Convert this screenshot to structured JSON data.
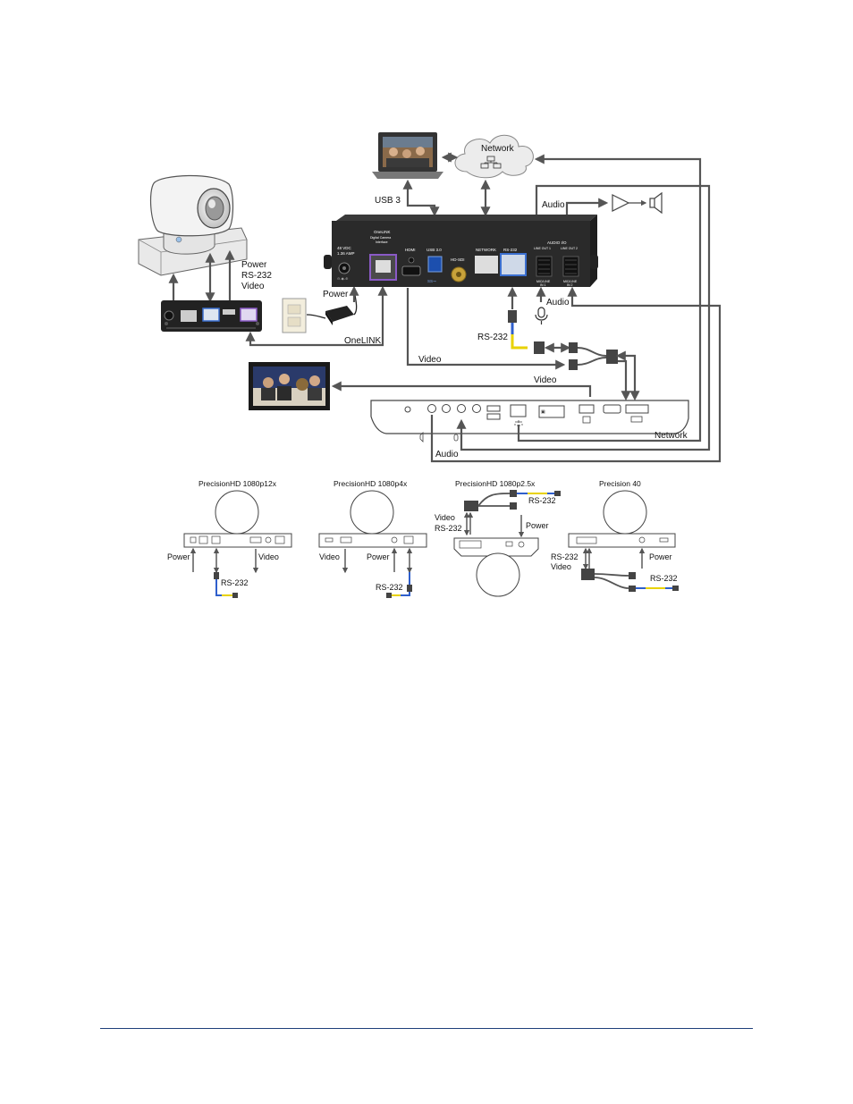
{
  "main": {
    "network": "Network",
    "usb3": "USB 3",
    "audio_out": "Audio",
    "power_rs232_video": [
      "Power",
      "RS-232",
      "Video"
    ],
    "power": "Power",
    "onelink": "OneLINK",
    "audio_in": "Audio",
    "rs232": "RS-232",
    "video_to_codec": "Video",
    "video_to_display": "Video",
    "network_codec": "Network",
    "audio_codec": "Audio",
    "bridge_panel": {
      "dc": [
        "48 VDC",
        "1.36 AMP"
      ],
      "onelink": [
        "OneLINK",
        "Digital Camera",
        "Interface"
      ],
      "hdmi": "HDMI",
      "usb": "USB 3.0",
      "hdsdi": "HD-SDI",
      "network": "NETWORK",
      "rs232": "RS-232",
      "audio_io": "AUDIO I/O",
      "line_out_1": "LINE OUT 1",
      "line_out_2": "LINE OUT 2",
      "mic_line_1": [
        "MIC/LINE",
        "IN 1"
      ],
      "mic_line_2": [
        "MIC/LINE",
        "IN 2"
      ]
    }
  },
  "cameras": [
    {
      "title": "PrecisionHD 1080p12x",
      "labels": [
        "Power",
        "Video",
        "RS-232"
      ]
    },
    {
      "title": "PrecisionHD 1080p4x",
      "labels": [
        "Video",
        "Power",
        "RS-232"
      ]
    },
    {
      "title": "PrecisionHD 1080p2.5x",
      "labels": [
        "RS-232",
        "Video",
        "RS-232",
        "Power"
      ]
    },
    {
      "title": "Precision 40",
      "labels": [
        "RS-232",
        "Video",
        "Power",
        "RS-232"
      ]
    }
  ]
}
